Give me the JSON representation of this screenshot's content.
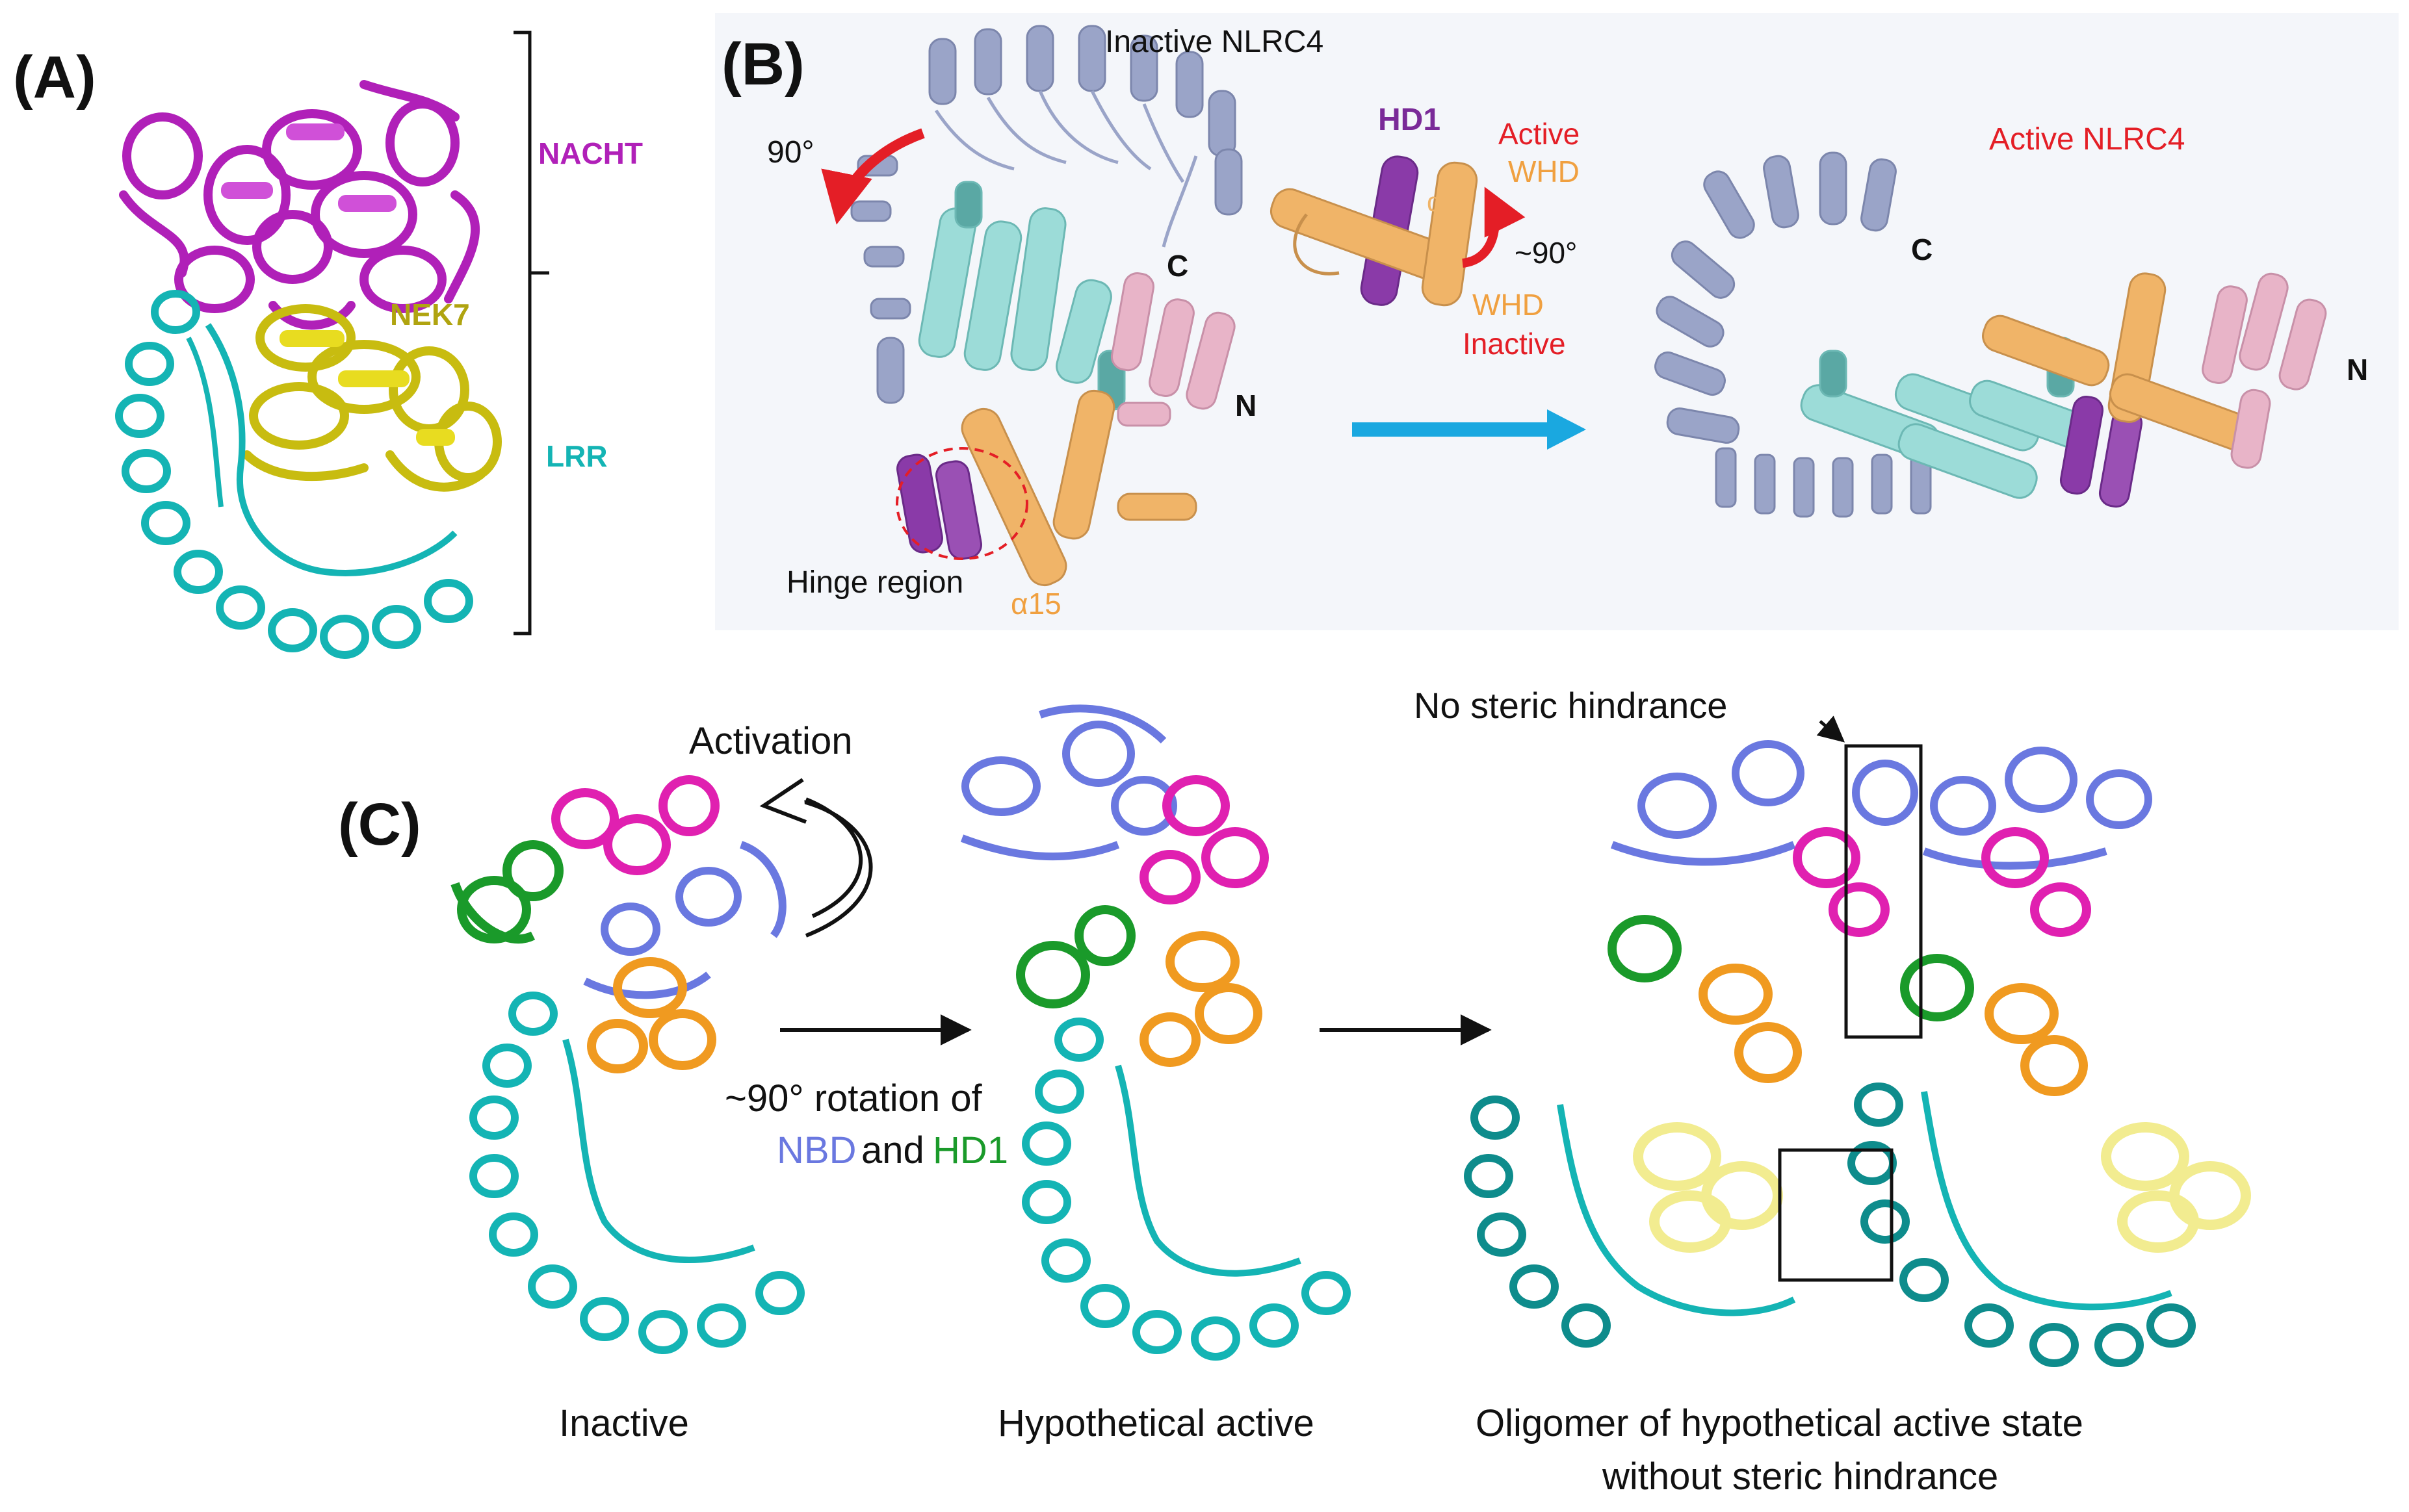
{
  "panels": {
    "a": {
      "letter": "(A)",
      "labels": {
        "nacht": "NACHT",
        "nek7": "NEK7",
        "lrr": "LRR"
      }
    },
    "b": {
      "letter": "(B)",
      "inactive_title": "Inactive NLRC4",
      "active_title": "Active NLRC4",
      "rotation": "90°",
      "c_term": "C",
      "n_term": "N",
      "hinge": "Hinge region",
      "alpha15": "α15",
      "inset": {
        "hd1": "HD1",
        "active": "Active",
        "whd_active": "WHD",
        "alpha15": "α15",
        "approx90": "~90°",
        "whd_inactive": "WHD",
        "inactive": "Inactive"
      }
    },
    "c": {
      "letter": "(C)",
      "activation": "Activation",
      "rotation_line1": "~90° rotation of",
      "nbd": "NBD",
      "and": "and",
      "hd1": "HD1",
      "no_steric": "No steric hindrance",
      "captions": {
        "inactive": "Inactive",
        "hypothetical": "Hypothetical active",
        "oligomer_line1": "Oligomer of hypothetical active state",
        "oligomer_line2": "without steric hindrance"
      }
    }
  },
  "colors": {
    "magenta": "#b020b8",
    "cyan": "#14b4b4",
    "teal_dark": "#0e8c8c",
    "yellow": "#c8bc10",
    "yellow_light": "#f2ec90",
    "lavender": "#9aa4c8",
    "pale_cyan": "#9cdcd8",
    "pink": "#e8b4c8",
    "orange": "#f0b468",
    "purple": "#7a2a98",
    "red": "#e41e26",
    "blue_arrow": "#1aa8e0",
    "nbd_blue": "#6a78e0",
    "hd1_green": "#1a9a2a",
    "helix_magenta": "#e020b0",
    "helix_orange": "#f09a20"
  }
}
